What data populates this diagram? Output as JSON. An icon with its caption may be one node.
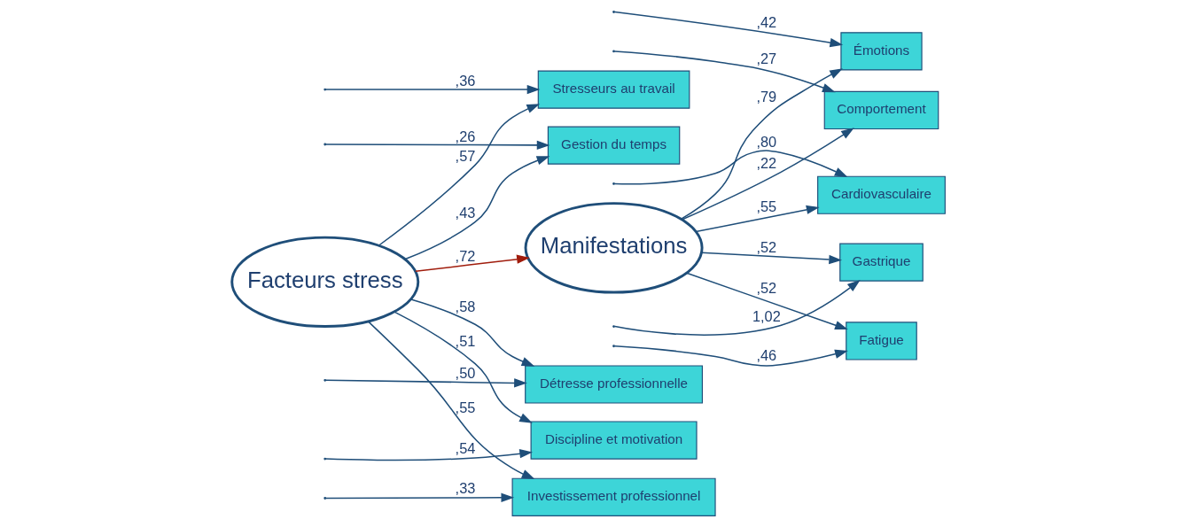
{
  "diagram": {
    "nodes": [
      {
        "text": [
          "Facteurs stress"
        ]
      },
      {
        "text": [
          "Manifestations"
        ]
      },
      {
        "text": [
          "Gestion du temps"
        ]
      },
      {
        "text": [
          "Stresseurs au travail"
        ]
      },
      {
        "text": [
          "Détresse professionnelle"
        ]
      },
      {
        "text": [
          "Discipline et motivation"
        ]
      },
      {
        "text": [
          "Investissement professionnel"
        ]
      },
      {
        "text": [
          "Émotions"
        ]
      },
      {
        "text": [
          "Fatigue"
        ]
      },
      {
        "text": [
          "Cardiovasculaire"
        ]
      },
      {
        "text": [
          "Gastrique"
        ]
      },
      {
        "text": [
          "Comportement"
        ]
      }
    ],
    "edges": [
      {
        "from": 0,
        "to": 2,
        "arrow": "to",
        "label": ",43"
      },
      {
        "from": 0,
        "to": 3,
        "arrow": "to",
        "label": ",57"
      },
      {
        "from": 0,
        "to": 4,
        "arrow": "to",
        "label": ",58"
      },
      {
        "from": 0,
        "to": 5,
        "arrow": "to",
        "label": ",51"
      },
      {
        "from": 0,
        "to": 6,
        "arrow": "to",
        "label": ",55"
      },
      {
        "from": 0,
        "to": 1,
        "arrow": "to",
        "label": ",72",
        "color": "#a01c0c"
      },
      {
        "from": 1,
        "to": 7,
        "arrow": "to",
        "label": ",79"
      },
      {
        "from": 1,
        "to": 8,
        "arrow": "to",
        "label": ",52"
      },
      {
        "from": 1,
        "to": 9,
        "arrow": "to",
        "label": ",55"
      },
      {
        "from": 1,
        "to": 10,
        "arrow": "to",
        "label": ",52"
      },
      {
        "from": 1,
        "to": 11,
        "arrow": "to",
        "label": ",22"
      },
      {
        "from": null,
        "to": 2,
        "arrow": "to",
        "label": ",26"
      },
      {
        "from": null,
        "to": 3,
        "arrow": "to",
        "label": ",36"
      },
      {
        "from": null,
        "to": 4,
        "arrow": "to",
        "label": ",50"
      },
      {
        "from": null,
        "to": 5,
        "arrow": "to",
        "label": ",54"
      },
      {
        "from": null,
        "to": 6,
        "arrow": "to",
        "label": ",33"
      },
      {
        "from": null,
        "to": 7,
        "arrow": "to",
        "label": ",42"
      },
      {
        "from": null,
        "to": 8,
        "arrow": "to",
        "label": ",46"
      },
      {
        "from": null,
        "to": 9,
        "arrow": "to",
        "label": ",80"
      },
      {
        "from": null,
        "to": 10,
        "arrow": "to",
        "label": "1,02"
      },
      {
        "from": null,
        "to": 11,
        "arrow": "to",
        "label": ",27"
      }
    ]
  }
}
